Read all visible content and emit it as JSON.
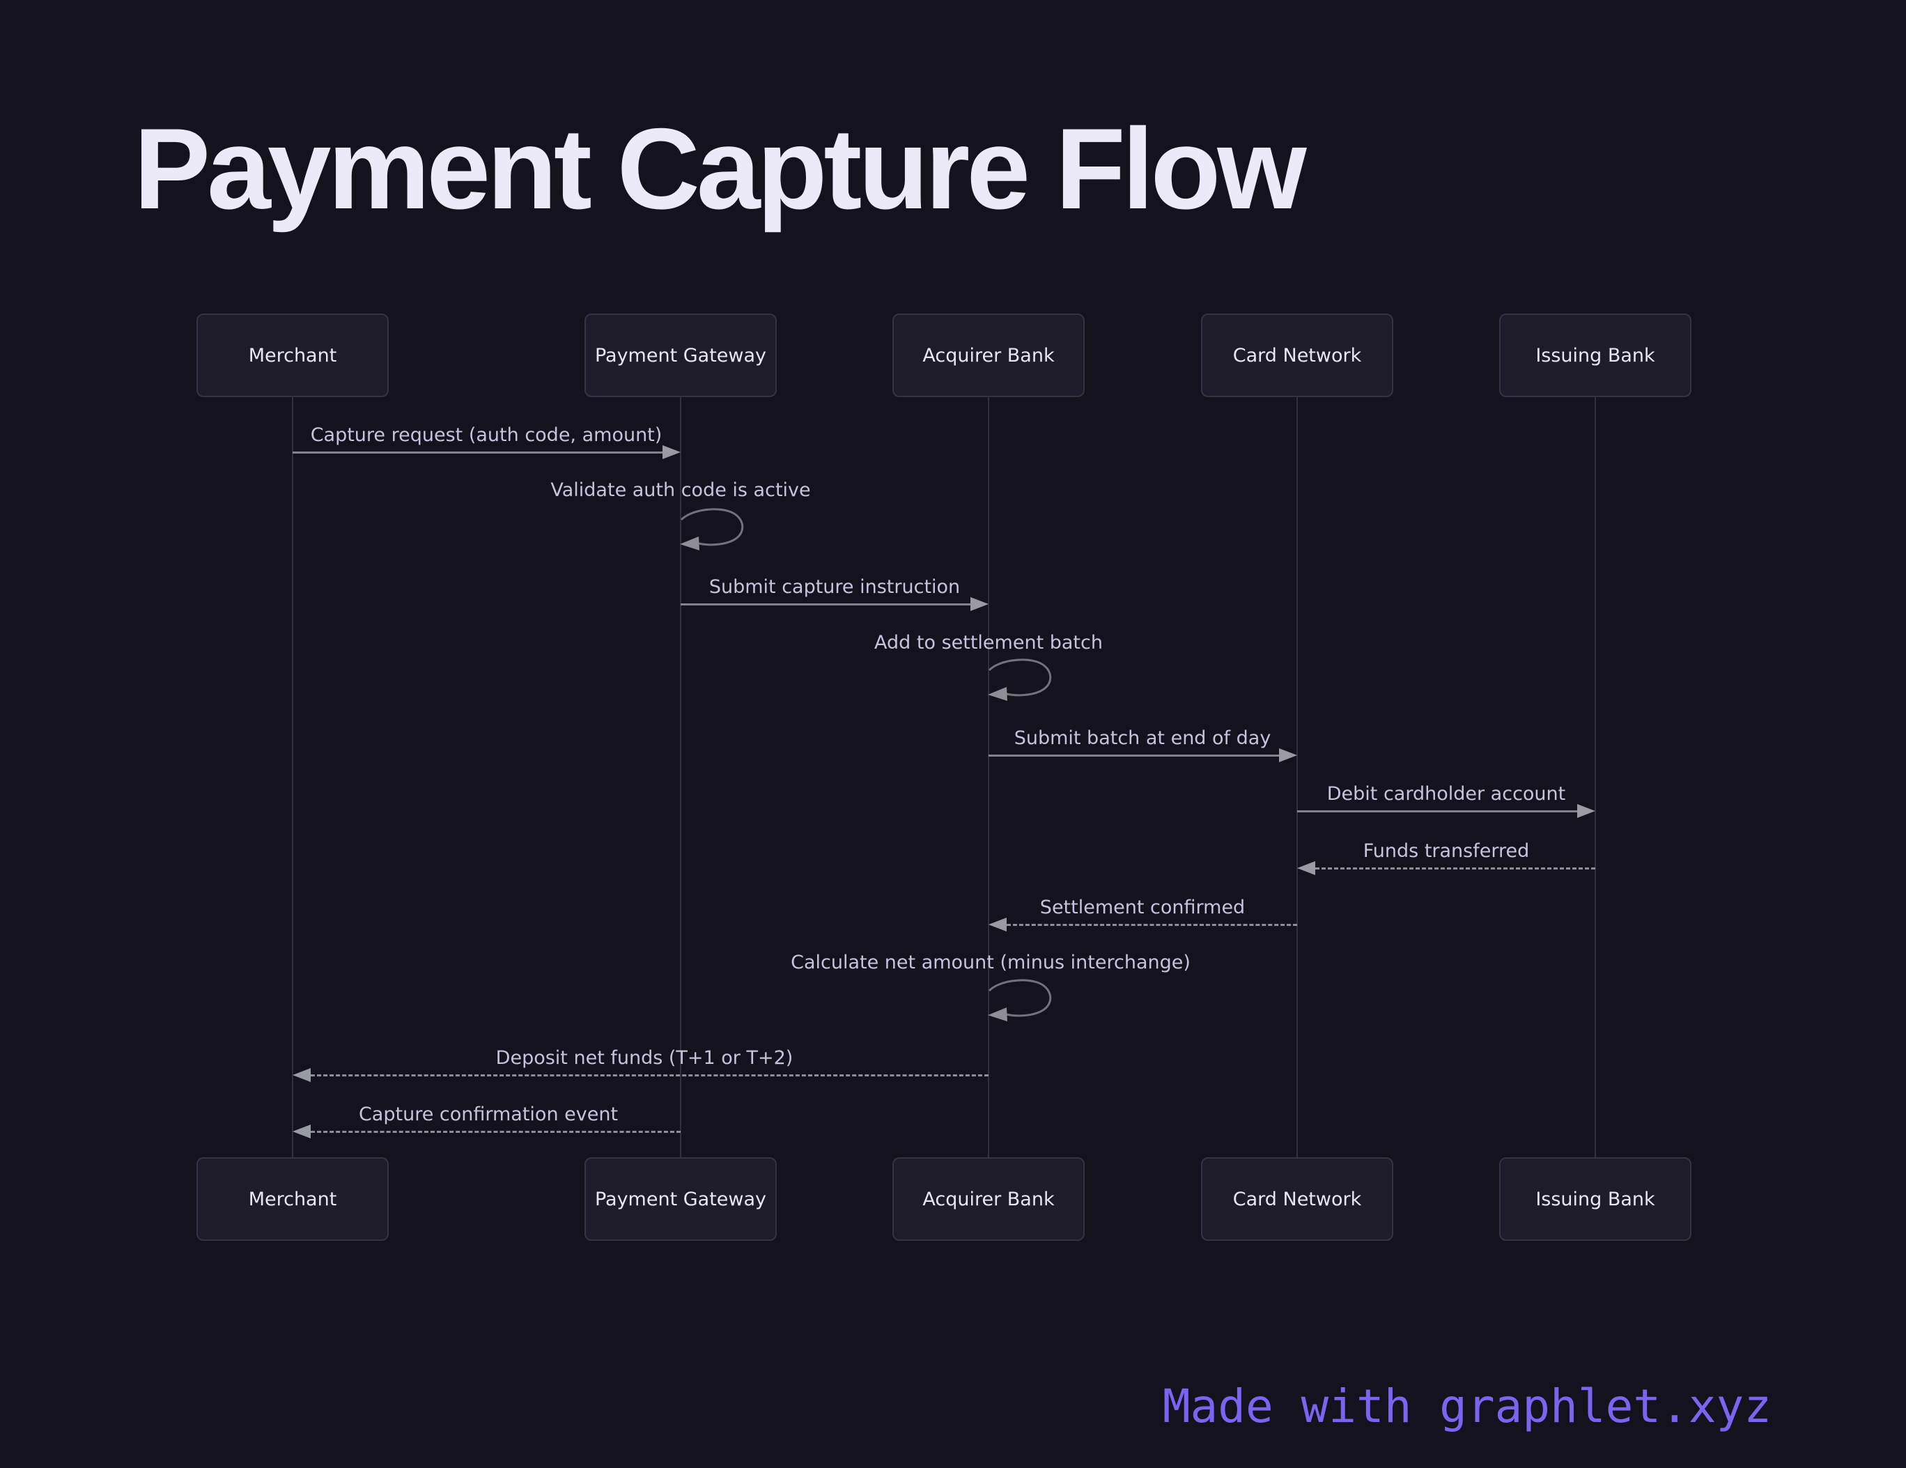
{
  "title": "Payment Capture Flow",
  "diagram_type": "sequence-diagram",
  "actors": [
    {
      "name": "Merchant"
    },
    {
      "name": "Payment Gateway"
    },
    {
      "name": "Acquirer Bank"
    },
    {
      "name": "Card Network"
    },
    {
      "name": "Issuing Bank"
    }
  ],
  "messages": [
    {
      "label": "Capture request (auth code, amount)",
      "from": "Merchant",
      "to": "Payment Gateway",
      "style": "solid"
    },
    {
      "label": "Validate auth code is active",
      "from": "Payment Gateway",
      "to": "Payment Gateway",
      "style": "self-loop"
    },
    {
      "label": "Submit capture instruction",
      "from": "Payment Gateway",
      "to": "Acquirer Bank",
      "style": "solid"
    },
    {
      "label": "Add to settlement batch",
      "from": "Acquirer Bank",
      "to": "Acquirer Bank",
      "style": "self-loop"
    },
    {
      "label": "Submit batch at end of day",
      "from": "Acquirer Bank",
      "to": "Card Network",
      "style": "solid"
    },
    {
      "label": "Debit cardholder account",
      "from": "Card Network",
      "to": "Issuing Bank",
      "style": "solid"
    },
    {
      "label": "Funds transferred",
      "from": "Issuing Bank",
      "to": "Card Network",
      "style": "dashed"
    },
    {
      "label": "Settlement confirmed",
      "from": "Card Network",
      "to": "Acquirer Bank",
      "style": "dashed"
    },
    {
      "label": "Calculate net amount (minus interchange)",
      "from": "Acquirer Bank",
      "to": "Acquirer Bank",
      "style": "self-loop"
    },
    {
      "label": "Deposit net funds (T+1 or T+2)",
      "from": "Acquirer Bank",
      "to": "Merchant",
      "style": "dashed"
    },
    {
      "label": "Capture confirmation event",
      "from": "Payment Gateway",
      "to": "Merchant",
      "style": "dashed"
    }
  ],
  "footer": {
    "text": "Made with graphlet.xyz"
  },
  "colors": {
    "background": "#14131d",
    "title_text": "#eceaf8",
    "box_fill": "#1e1c2a",
    "box_border": "#343247",
    "box_text": "#e9e6f4",
    "message_text": "#c7c2e0",
    "arrow": "#9a9aa2",
    "lifeline": "#312f3e",
    "footer_accent": "#7c63f2"
  }
}
